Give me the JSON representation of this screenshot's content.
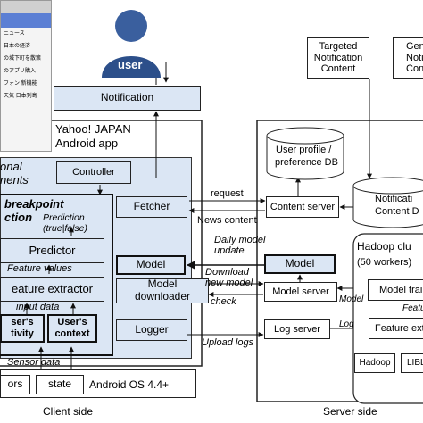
{
  "client": {
    "app_title_line1": "Yahoo! JAPAN",
    "app_title_line2": "Android app",
    "notification": "Notification",
    "user_label": "user",
    "functional_line1": "onal",
    "functional_line2": "nents",
    "breakpoint_line1": "breakpoint",
    "breakpoint_line2": "ction",
    "prediction_line1": "Prediction",
    "prediction_line2": "(true|false)",
    "controller": "Controller",
    "fetcher": "Fetcher",
    "predictor": "Predictor",
    "feature_values": "Feature values",
    "feature_extractor": "eature extractor",
    "input_data": "input data",
    "users_activity_line1": "ser's",
    "users_activity_line2": "tivity",
    "users_context_line1": "User's",
    "users_context_line2": "context",
    "model": "Model",
    "model_downloader_line1": "Model",
    "model_downloader_line2": "downloader",
    "logger": "Logger",
    "sensor_data": "Sensor data",
    "sensors": "ors",
    "state": "state",
    "os": "Android OS 4.4+",
    "side_label": "Client side"
  },
  "links": {
    "request": "request",
    "news_content": "News content",
    "daily_update_line1": "Daily model",
    "daily_update_line2": "update",
    "download_line1": "Download",
    "download_line2": "new model",
    "check": "check",
    "upload_logs": "Upload logs"
  },
  "server": {
    "targeted_line1": "Targeted",
    "targeted_line2": "Notification",
    "targeted_line3": "Content",
    "generic_line1": "Gen",
    "generic_line2": "Notific",
    "generic_line3": "Con",
    "user_profile_line1": "User profile /",
    "user_profile_line2": "preference DB",
    "content_server": "Content server",
    "notification_db_line1": "Notificati",
    "notification_db_line2": "Content D",
    "hadoop_title_line1": "Hadoop clu",
    "hadoop_title_line2": "(50 workers)",
    "model": "Model",
    "model_server": "Model server",
    "model_label": "Model",
    "model_trainer": "Model train",
    "feature_label": "Featu",
    "log_server": "Log server",
    "log_label": "Log",
    "feature_extraction": "Feature extra",
    "hadoop": "Hadoop",
    "lib": "LIBL",
    "side_label": "Server side"
  },
  "phone": {
    "rows": [
      "ニュース",
      "日本の経済",
      "の城下町を散策",
      "のアプリ購入",
      "フォン 新機能",
      "天気 日本列島"
    ]
  },
  "colors": {
    "app_fill": "#dbe6f4",
    "frame": "#222222",
    "avatar": "#3a5f9e"
  }
}
